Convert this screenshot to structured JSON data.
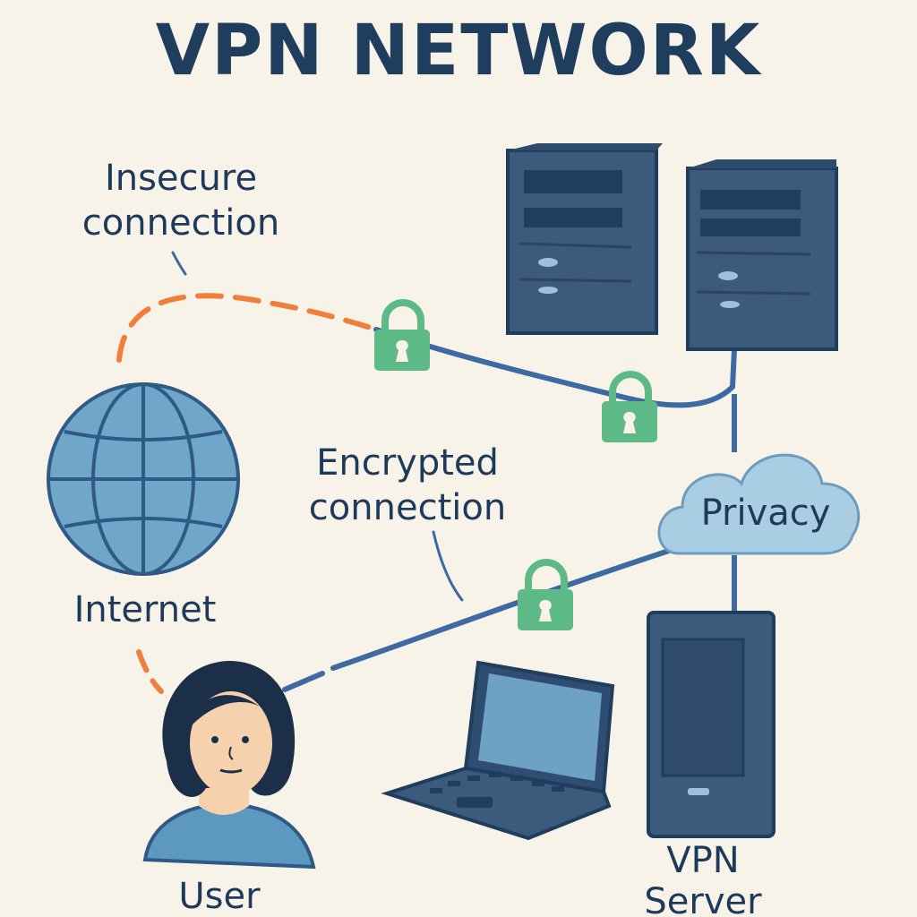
{
  "title": "VPN NETWORK",
  "labels": {
    "insecure": "Insecure connection",
    "encrypted": "Encrypted connection",
    "internet": "Internet",
    "privacy": "Privacy",
    "user": "User",
    "vpn_server": "VPN Server"
  },
  "colors": {
    "background": "#f8f3e8",
    "navy": "#1f3d5c",
    "server_body": "#3b5a7c",
    "secure_line": "#3d6aa3",
    "insecure_line": "#ef7f3a",
    "lock_green": "#5dba86",
    "globe_fill": "#6fa6c9",
    "cloud_fill": "#a9cde2",
    "skin": "#f6d1ad",
    "shirt": "#5d98c0",
    "hair": "#1c2f48",
    "screen": "#6ea2c4"
  },
  "icons": [
    "globe-icon",
    "server-tower-icon",
    "lock-icon",
    "cloud-icon",
    "laptop-icon",
    "user-avatar-icon",
    "vpn-server-device-icon"
  ]
}
